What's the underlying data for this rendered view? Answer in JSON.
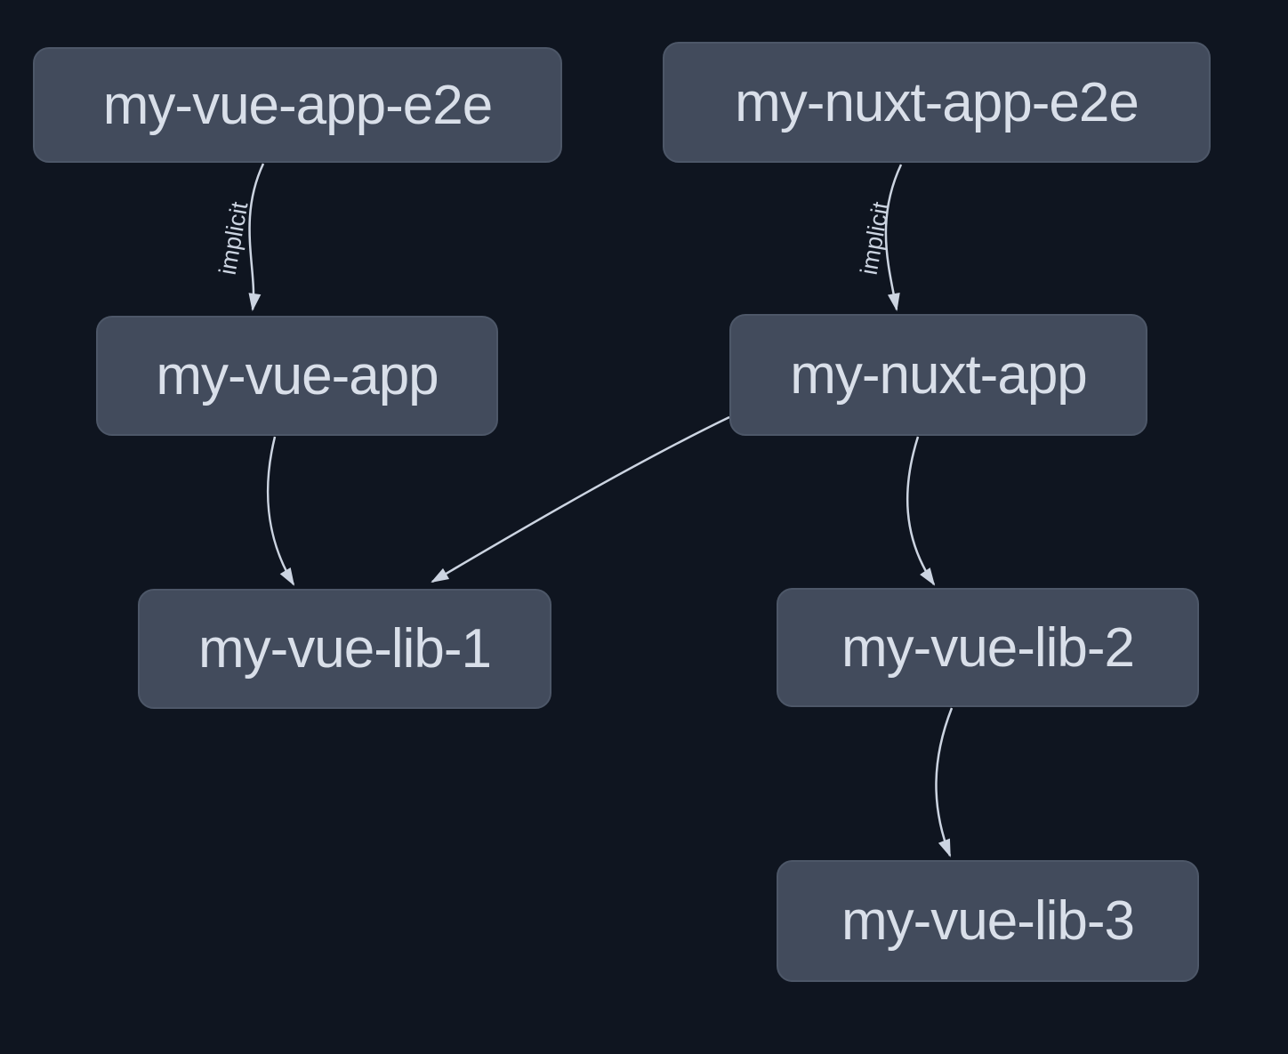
{
  "diagram": {
    "type": "project-dependency-graph",
    "colors": {
      "background": "#0f1520",
      "node_fill": "#424b5c",
      "node_border": "#4d5768",
      "node_text": "#d9dfe9",
      "edge_color": "#ccd4e1"
    },
    "nodes": [
      {
        "label": "my-vue-app-e2e"
      },
      {
        "label": "my-nuxt-app-e2e"
      },
      {
        "label": "my-vue-app"
      },
      {
        "label": "my-nuxt-app"
      },
      {
        "label": "my-vue-lib-1"
      },
      {
        "label": "my-vue-lib-2"
      },
      {
        "label": "my-vue-lib-3"
      }
    ],
    "edges": [
      {
        "from": "my-vue-app-e2e",
        "to": "my-vue-app",
        "label": "implicit"
      },
      {
        "from": "my-nuxt-app-e2e",
        "to": "my-nuxt-app",
        "label": "implicit"
      },
      {
        "from": "my-vue-app",
        "to": "my-vue-lib-1",
        "label": ""
      },
      {
        "from": "my-nuxt-app",
        "to": "my-vue-lib-1",
        "label": ""
      },
      {
        "from": "my-nuxt-app",
        "to": "my-vue-lib-2",
        "label": ""
      },
      {
        "from": "my-vue-lib-2",
        "to": "my-vue-lib-3",
        "label": ""
      }
    ]
  }
}
